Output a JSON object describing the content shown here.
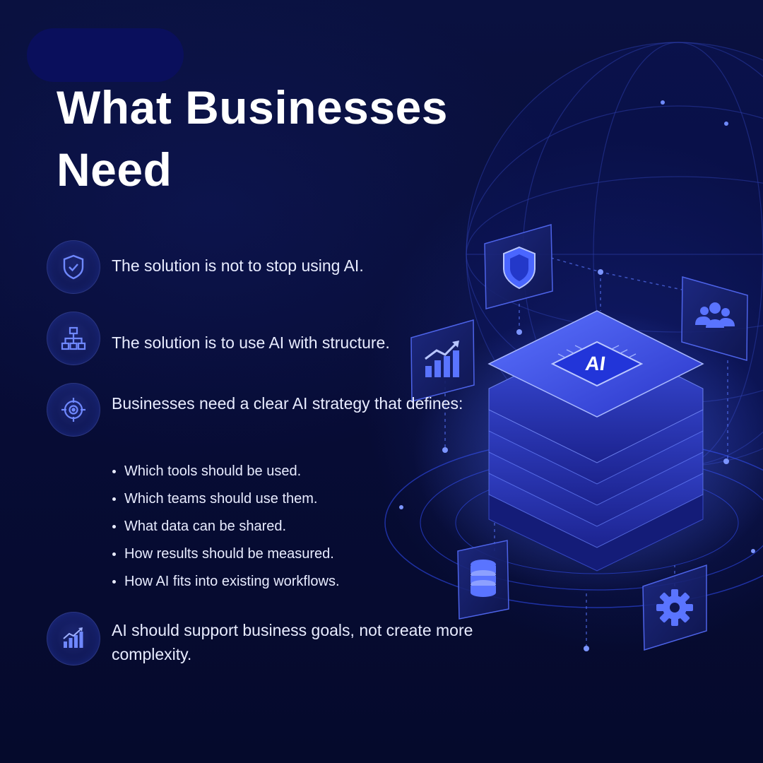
{
  "title": "What Businesses Need",
  "items": [
    {
      "icon": "shield-check-icon",
      "text": "The solution is not to stop using AI."
    },
    {
      "icon": "org-chart-icon",
      "text": "The solution is to use AI with structure."
    },
    {
      "icon": "target-icon",
      "text": "Businesses need a clear AI strategy that defines:"
    },
    {
      "icon": "growth-chart-icon",
      "text": "AI should support business goals, not create more complexity."
    }
  ],
  "bullets": [
    "Which tools should be used.",
    "Which teams should use them.",
    "What data can be shared.",
    "How results should be measured.",
    "How AI fits into existing workflows."
  ],
  "illustration": {
    "chip_label": "AI",
    "icons": [
      "shield-icon",
      "users-icon",
      "growth-chart-icon",
      "database-icon",
      "gear-icon"
    ]
  },
  "colors": {
    "background": "#070d33",
    "accent": "#3d5bff",
    "text": "#e8ecff",
    "highlight_blob": "#0a0f5c"
  }
}
